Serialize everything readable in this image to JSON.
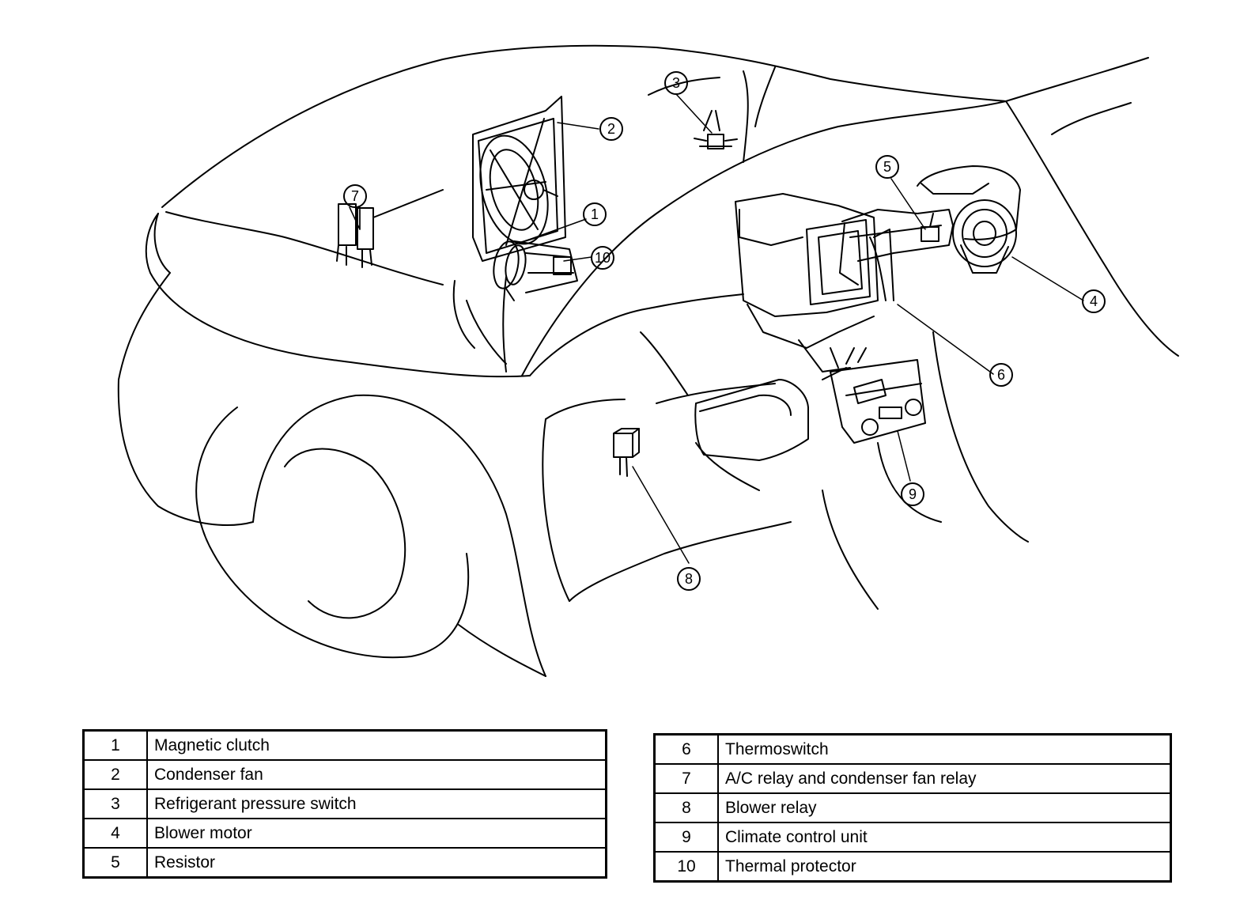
{
  "callouts": [
    "1",
    "2",
    "3",
    "4",
    "5",
    "6",
    "7",
    "8",
    "9",
    "10"
  ],
  "legend_left": [
    {
      "num": "1",
      "label": "Magnetic clutch"
    },
    {
      "num": "2",
      "label": "Condenser fan"
    },
    {
      "num": "3",
      "label": "Refrigerant pressure switch"
    },
    {
      "num": "4",
      "label": "Blower motor"
    },
    {
      "num": "5",
      "label": "Resistor"
    }
  ],
  "legend_right": [
    {
      "num": "6",
      "label": "Thermoswitch"
    },
    {
      "num": "7",
      "label": "A/C relay and condenser fan relay"
    },
    {
      "num": "8",
      "label": "Blower relay"
    },
    {
      "num": "9",
      "label": "Climate control unit"
    },
    {
      "num": "10",
      "label": "Thermal protector"
    }
  ]
}
